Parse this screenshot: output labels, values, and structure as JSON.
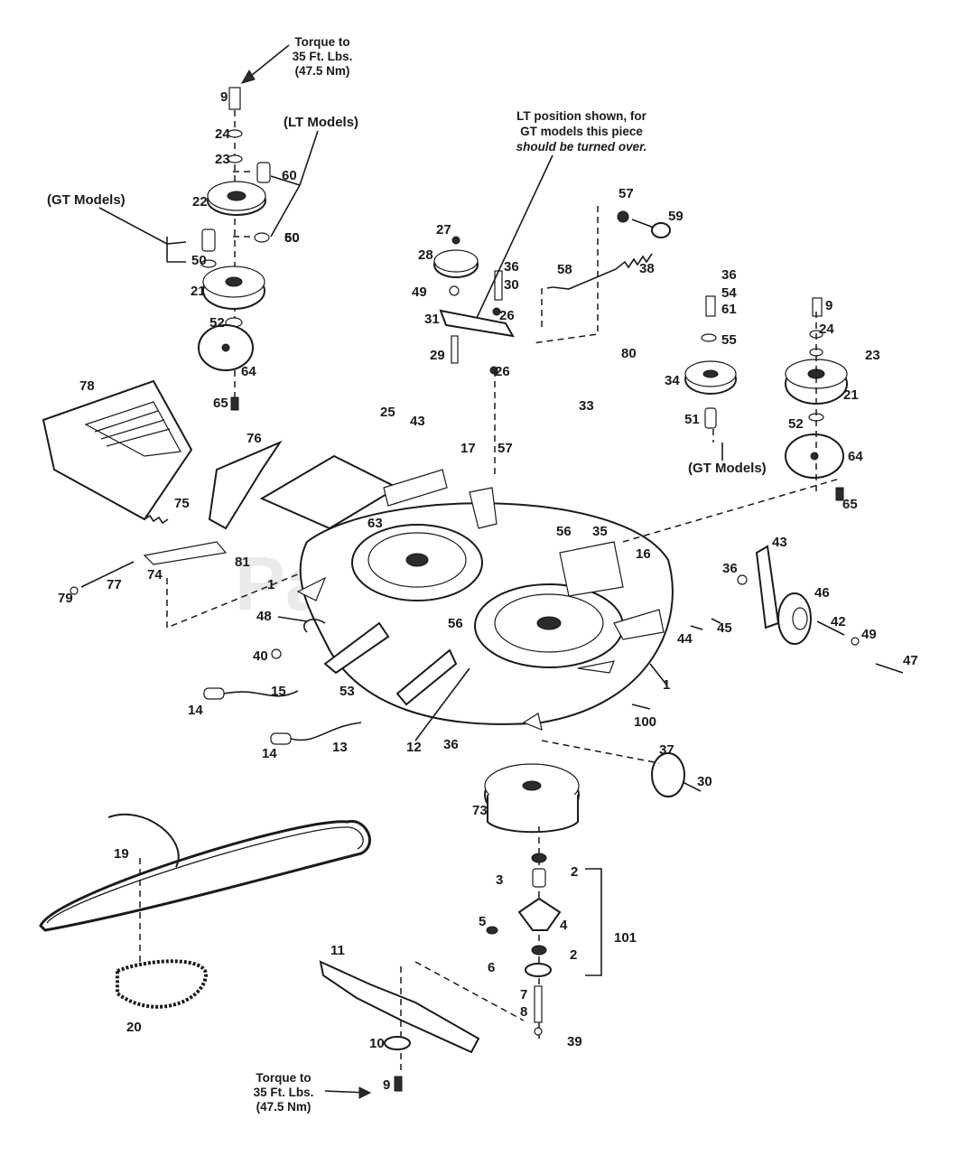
{
  "notes": {
    "torque_top": [
      "Torque to",
      "35 Ft. Lbs.",
      "(47.5 Nm)"
    ],
    "torque_bottom": [
      "Torque to",
      "35 Ft. Lbs.",
      "(47.5 Nm)"
    ],
    "lt_models": "(LT Models)",
    "gt_models_left": "(GT Models)",
    "gt_models_right": "(GT Models)",
    "lt_position": [
      "LT position shown, for",
      "GT models this piece",
      "should be turned over."
    ]
  },
  "watermark": "PartsTree",
  "callouts": [
    "9",
    "24",
    "23",
    "60",
    "22",
    "60",
    "50",
    "50",
    "21",
    "52",
    "64",
    "65",
    "78",
    "76",
    "75",
    "81",
    "74",
    "77",
    "79",
    "1",
    "48",
    "40",
    "15",
    "14",
    "14",
    "13",
    "53",
    "12",
    "36",
    "100",
    "1",
    "25",
    "43",
    "17",
    "57",
    "63",
    "56",
    "35",
    "16",
    "56",
    "27",
    "28",
    "36",
    "30",
    "49",
    "26",
    "31",
    "29",
    "26",
    "58",
    "57",
    "59",
    "38",
    "80",
    "33",
    "36",
    "54",
    "61",
    "55",
    "34",
    "51",
    "9",
    "24",
    "23",
    "21",
    "52",
    "64",
    "65",
    "43",
    "36",
    "46",
    "42",
    "49",
    "47",
    "44",
    "45",
    "37",
    "30",
    "73",
    "2",
    "3",
    "4",
    "5",
    "2",
    "6",
    "7",
    "8",
    "39",
    "101",
    "19",
    "20",
    "11",
    "10",
    "9"
  ]
}
